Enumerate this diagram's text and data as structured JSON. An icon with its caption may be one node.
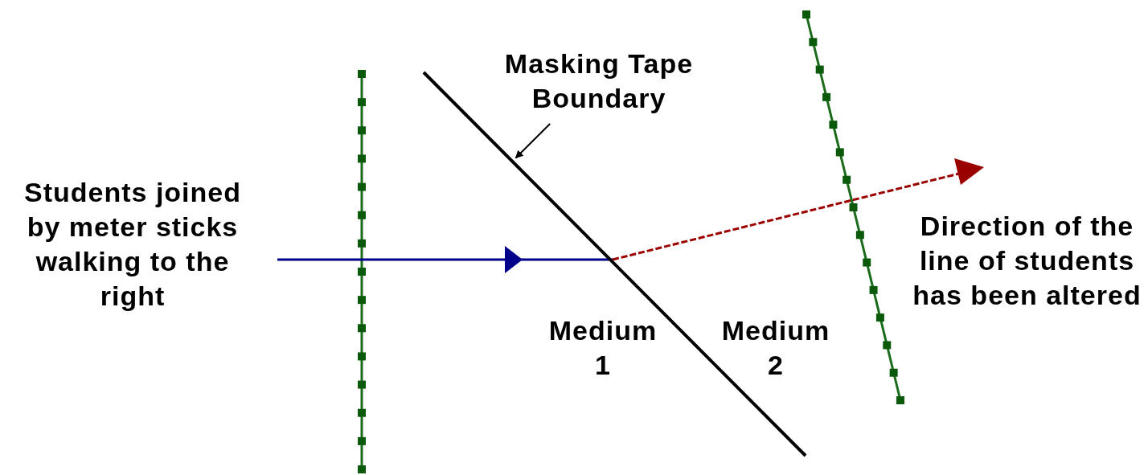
{
  "diagram": {
    "nodes": [
      {
        "text": [
          "Masking Tape Boundary"
        ]
      },
      {
        "text": [],
        "shape": "line"
      }
    ],
    "edges": [
      {
        "from": 0,
        "to": 1,
        "arrow": "to"
      }
    ],
    "labels": [
      "Students joined by meter sticks walking to the right",
      "Medium 1",
      "Medium 2",
      "Direction of the line of students has been altered"
    ]
  }
}
